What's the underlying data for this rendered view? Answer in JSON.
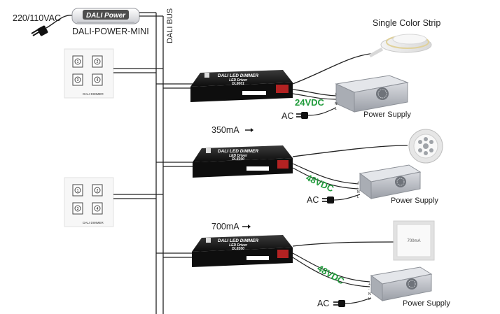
{
  "power": {
    "input_label": "220/110VAC",
    "box_label": "DALI Power",
    "model_label": "DALI-POWER-MINI"
  },
  "bus_label": "DALI BUS",
  "switch_panels": [
    {
      "caption": "DALI DIMMER",
      "buttons": [
        "1",
        "2",
        "3",
        "4"
      ]
    },
    {
      "caption": "DALI DIMMER",
      "buttons": [
        "1",
        "2",
        "3",
        "4"
      ]
    }
  ],
  "drivers": [
    {
      "title": "DALI LED DIMMER",
      "subtitle": "LED Driver",
      "model": "DL8001",
      "output_voltage": "24VDC",
      "ac_label": "AC",
      "supply_label": "Power Supply",
      "load_label": "Single Color Strip",
      "current_label": ""
    },
    {
      "title": "DALI LED DIMMER",
      "subtitle": "LED Driver",
      "model": "DL8300",
      "output_voltage": "48VDC",
      "ac_label": "AC",
      "supply_label": "Power Supply",
      "load_label": "",
      "current_label": "350mA"
    },
    {
      "title": "DALI LED DIMMER",
      "subtitle": "LED Driver",
      "model": "DL8300",
      "output_voltage": "48VDC",
      "ac_label": "AC",
      "supply_label": "Power Supply",
      "load_label": "",
      "current_label": "700mA",
      "panel_label": "700mA"
    }
  ],
  "colors": {
    "wire": "#222222",
    "voltage_text": "#1f9a3a",
    "driver_body": "#1b1b1b",
    "supply_body": "#b9bcc2"
  },
  "icons": {
    "plug": "ac-plug-icon",
    "arrow": "right-arrow-icon",
    "led_strip": "led-strip-icon",
    "downlight": "downlight-icon",
    "panel_light": "panel-light-icon"
  }
}
